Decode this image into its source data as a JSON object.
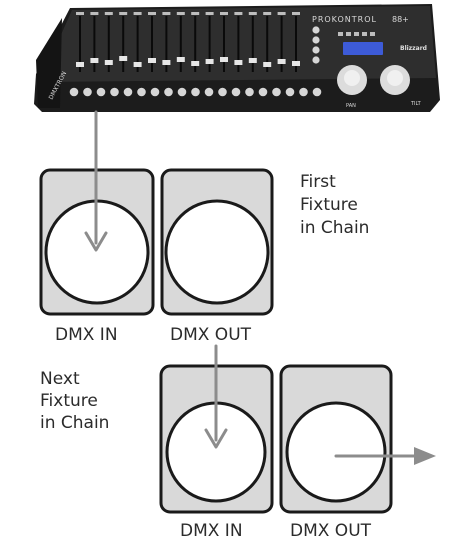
{
  "controller": {
    "brand": "PROKONTROL",
    "model_badge": "88+",
    "side_label": "DMXTRON",
    "logo_text": "Blizzard",
    "pan_label": "PAN",
    "tilt_label": "TILT",
    "fader_count": 16
  },
  "fixture_1": {
    "caption_lines": [
      "First",
      "Fixture",
      "in Chain"
    ],
    "in_label": "DMX IN",
    "out_label": "DMX OUT"
  },
  "fixture_2": {
    "caption_lines": [
      "Next",
      "Fixture",
      "in Chain"
    ],
    "in_label": "DMX IN",
    "out_label": "DMX OUT"
  },
  "colors": {
    "housing": "#1c1c1c",
    "panel": "#2e2e2e",
    "fader_cap": "#e6e6e6",
    "lcd": "#3d5bd8",
    "knob": "#dcdcdc",
    "connector_fill": "#d9d9d9",
    "connector_stroke": "#1a1a1a",
    "cable": "#8c8c8c"
  }
}
